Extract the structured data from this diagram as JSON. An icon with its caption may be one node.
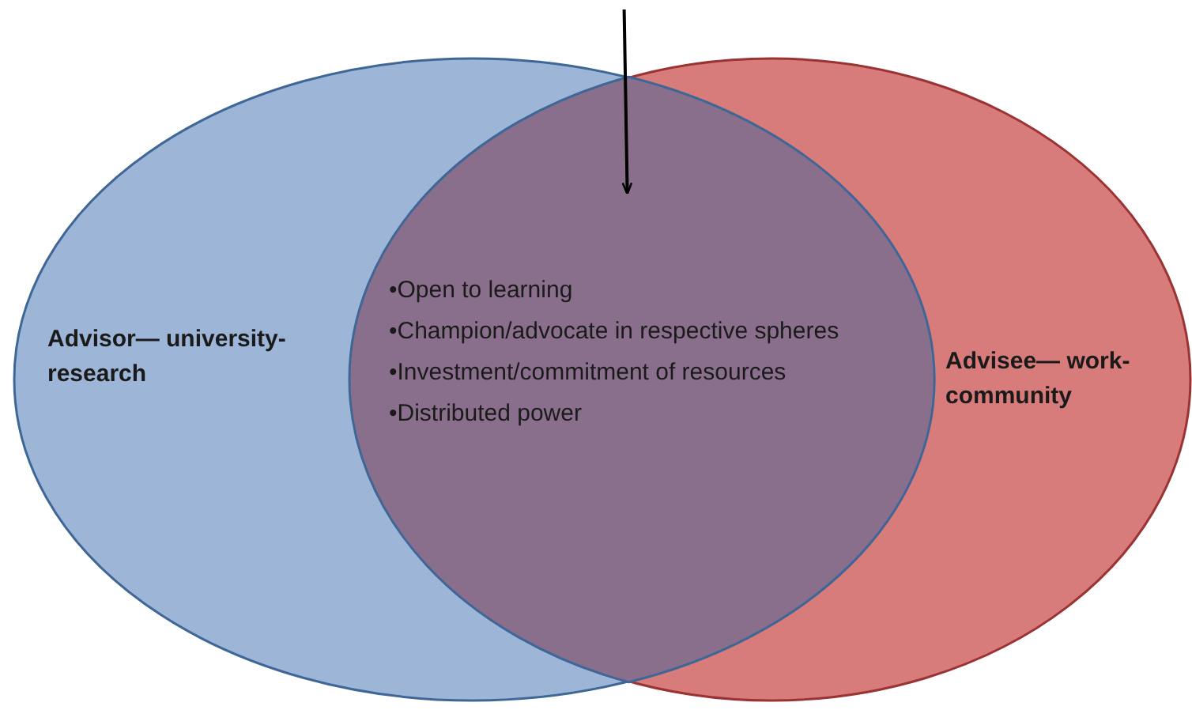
{
  "diagram": {
    "nodes": [
      {
        "text": [
          "Advisor— university-research"
        ]
      },
      {
        "text": [
          "Advisee— work-community"
        ]
      },
      {
        "text": [
          "•Open to learning",
          "•Champion/advocate in respective spheres",
          "•Investment/commitment of resources",
          "•Distributed power"
        ]
      }
    ],
    "edges": [
      {
        "from": null,
        "to": 2,
        "arrow": "to"
      }
    ]
  }
}
